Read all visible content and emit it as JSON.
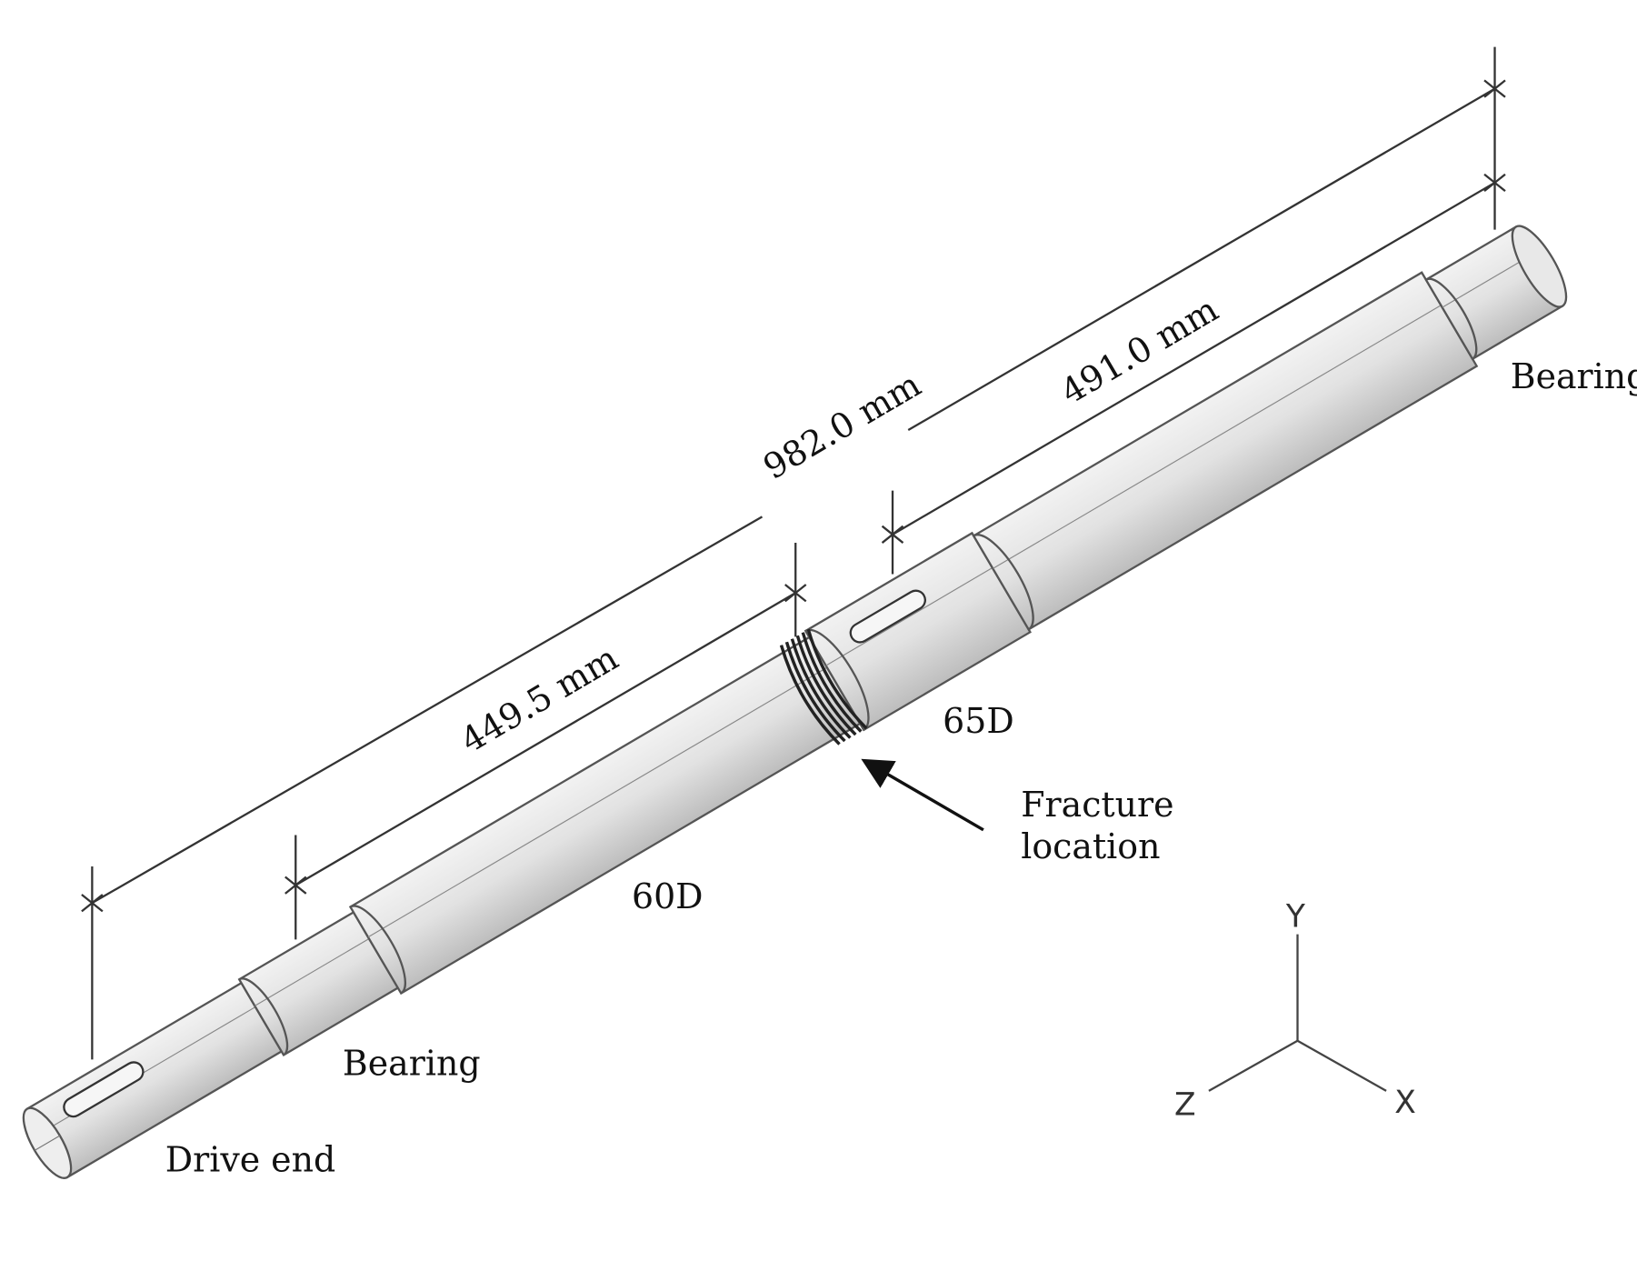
{
  "dimensions": {
    "overall": "982.0 mm",
    "bearing_to_fracture": "449.5 mm",
    "keyway_to_end": "491.0 mm"
  },
  "labels": {
    "bearing_right": "Bearing",
    "bearing_left": "Bearing",
    "drive_end": "Drive end",
    "section_60d": "60D",
    "section_65d": "65D",
    "fracture_line1": "Fracture",
    "fracture_line2": "location"
  },
  "axes": {
    "y": "Y",
    "z": "Z",
    "x": "X"
  },
  "colors": {
    "shaft_fill": "#e4e4e4",
    "shaft_edge": "#555555",
    "ink": "#111111"
  }
}
